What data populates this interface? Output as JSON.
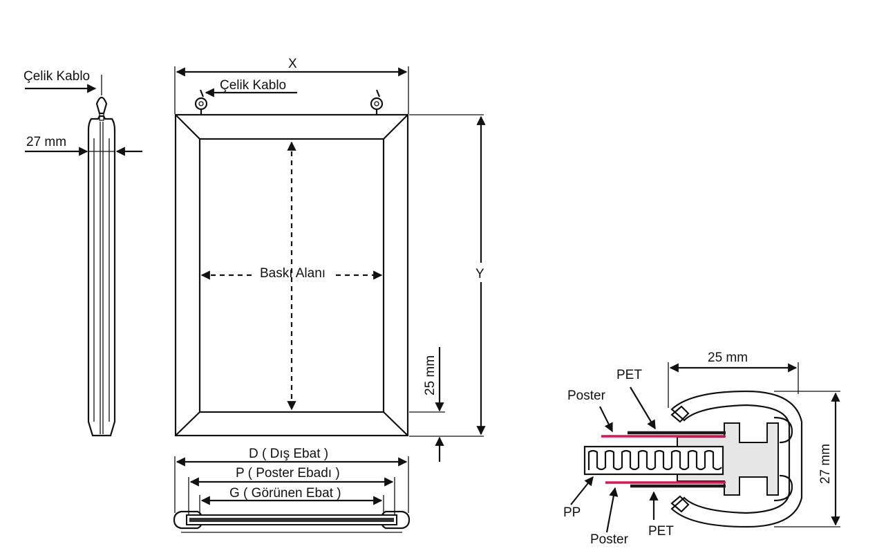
{
  "side_view": {
    "cable_label": "Çelik Kablo",
    "thickness_label": "27 mm"
  },
  "front_view": {
    "width_label": "X",
    "height_label": "Y",
    "cable_label": "Çelik Kablo",
    "print_area_label": "Baskı Alanı",
    "border_label": "25 mm"
  },
  "bottom_view": {
    "outer_size_label": "D ( Dış Ebat )",
    "poster_size_label": "P ( Poster Ebadı )",
    "visible_size_label": "G ( Görünen Ebat )"
  },
  "profile_section": {
    "width_label": "25 mm",
    "height_label": "27 mm",
    "poster_top_label": "Poster",
    "pet_top_label": "PET",
    "pp_label": "PP",
    "poster_bottom_label": "Poster",
    "pet_bottom_label": "PET",
    "colors": {
      "poster_line": "#e0134f",
      "pet_line": "#1a1a1a",
      "profile_fill": "#e6e6e6"
    }
  }
}
